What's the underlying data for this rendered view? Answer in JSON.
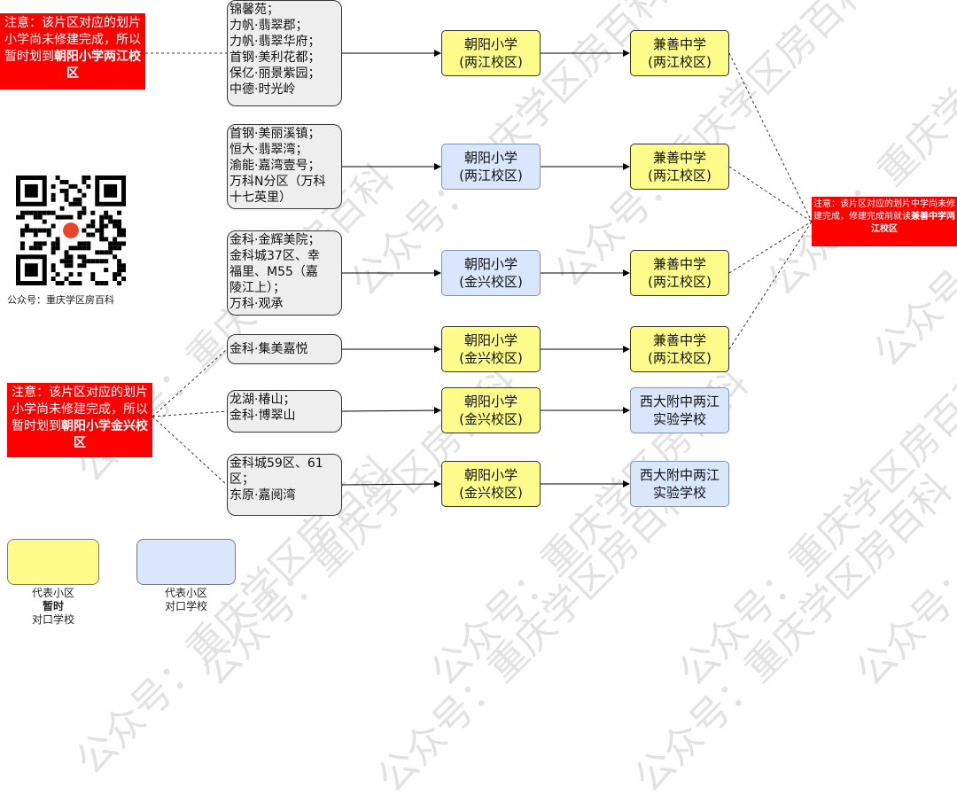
{
  "watermark": "公众号：重庆学区房百科",
  "qr_caption": "公众号：重庆学区房百科",
  "notes": {
    "top_left": [
      "注意：该片区对应的划片小学尚未修建完成，所以暂时划到",
      "朝阳小学两江校区"
    ],
    "mid_left": [
      "注意：该片区对应的划片小学尚未修建完成，所以暂时划到",
      "朝阳小学金兴校区"
    ],
    "right": [
      "注意：该片区对应的划片中学尚未修建完成，修建完成前就读",
      "兼善中学两江校区"
    ]
  },
  "rows": [
    {
      "communities": [
        "锦馨苑；",
        "力帆·翡翠郡；",
        "力帆·翡翠华府；",
        "首钢·美利花都；",
        "保亿·丽景紫园；",
        "中德·时光岭"
      ],
      "primary": [
        "朝阳小学",
        "(两江校区)"
      ],
      "primary_color": "yellow",
      "middle": [
        "兼善中学",
        "(两江校区)"
      ],
      "middle_color": "yellow"
    },
    {
      "communities": [
        "首钢·美丽溪镇；",
        "恒大·翡翠湾；",
        "渝能·嘉湾壹号；",
        "万科N分区（万科",
        "十七英里）"
      ],
      "primary": [
        "朝阳小学",
        "(两江校区)"
      ],
      "primary_color": "blue",
      "middle": [
        "兼善中学",
        "(两江校区)"
      ],
      "middle_color": "yellow"
    },
    {
      "communities": [
        "金科·金辉美院；",
        "金科城37区、幸",
        "福里、M55（嘉",
        "陵江上）；",
        "万科·观承"
      ],
      "primary": [
        "朝阳小学",
        "(金兴校区)"
      ],
      "primary_color": "blue",
      "middle": [
        "兼善中学",
        "(两江校区)"
      ],
      "middle_color": "yellow"
    },
    {
      "communities": [
        "金科·集美嘉悦"
      ],
      "primary": [
        "朝阳小学",
        "(金兴校区)"
      ],
      "primary_color": "yellow",
      "middle": [
        "兼善中学",
        "(两江校区)"
      ],
      "middle_color": "yellow"
    },
    {
      "communities": [
        "龙湖·椿山；",
        "金科·博翠山"
      ],
      "primary": [
        "朝阳小学",
        "(金兴校区)"
      ],
      "primary_color": "yellow",
      "middle": [
        "西大附中两江",
        "实验学校"
      ],
      "middle_color": "blue"
    },
    {
      "communities": [
        "金科城59区、61",
        "区；",
        "东原·嘉阅湾"
      ],
      "primary": [
        "朝阳小学",
        "(金兴校区)"
      ],
      "primary_color": "yellow",
      "middle": [
        "西大附中两江",
        "实验学校"
      ],
      "middle_color": "blue"
    }
  ],
  "legend": {
    "yellow": {
      "color": "#fdfc8a",
      "lines": [
        "代表小区",
        "暂时",
        "对口学校"
      ],
      "bold_line": 1
    },
    "blue": {
      "color": "#d9e6fb",
      "lines": [
        "代表小区",
        "对口学校"
      ]
    }
  },
  "colors": {
    "yellow": "#fdfc8a",
    "blue": "#d9e6fb",
    "note": "#ff0000"
  }
}
